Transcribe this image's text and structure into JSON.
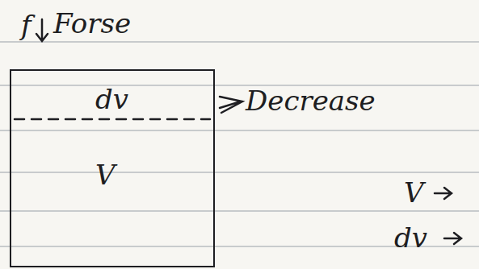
{
  "diagram": {
    "nodes": [
      {
        "text": [
          "dv",
          "V"
        ]
      }
    ],
    "labels": [
      "f",
      "Forse",
      "Decrease",
      "V",
      "dv"
    ]
  }
}
